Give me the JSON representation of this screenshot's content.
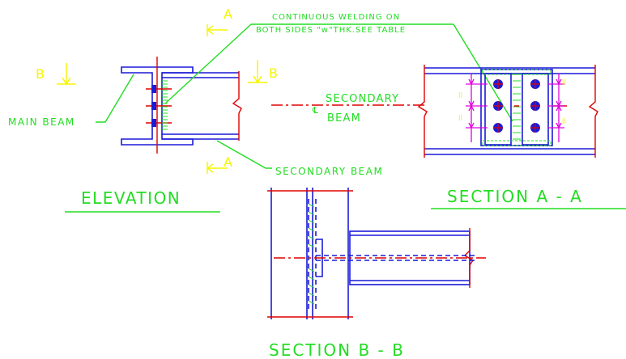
{
  "labels": {
    "weld_note_line1": "CONTINUOUS WELDING ON",
    "weld_note_line2": "BOTH SIDES \"w\"THK.SEE TABLE",
    "main_beam": "MAIN BEAM",
    "secondary_beam_top": "SECONDARY",
    "secondary_beam_bottom": "BEAM",
    "centerline_symbol": "℄",
    "secondary_beam_leader": "SECONDARY BEAM",
    "elevation_title": "ELEVATION",
    "section_aa_title": "SECTION  A - A",
    "section_bb_title": "SECTION  B - B",
    "cut_a_top": "A",
    "cut_a_bottom": "A",
    "cut_b_left": "B",
    "cut_b_right": "B"
  },
  "colors": {
    "steel_outline": "#1a1ad8",
    "centerline_and_breaks": "#e00000",
    "annotations": "#22dd22",
    "section_marks": "#f5f500",
    "dimensions": "#e000e0"
  }
}
